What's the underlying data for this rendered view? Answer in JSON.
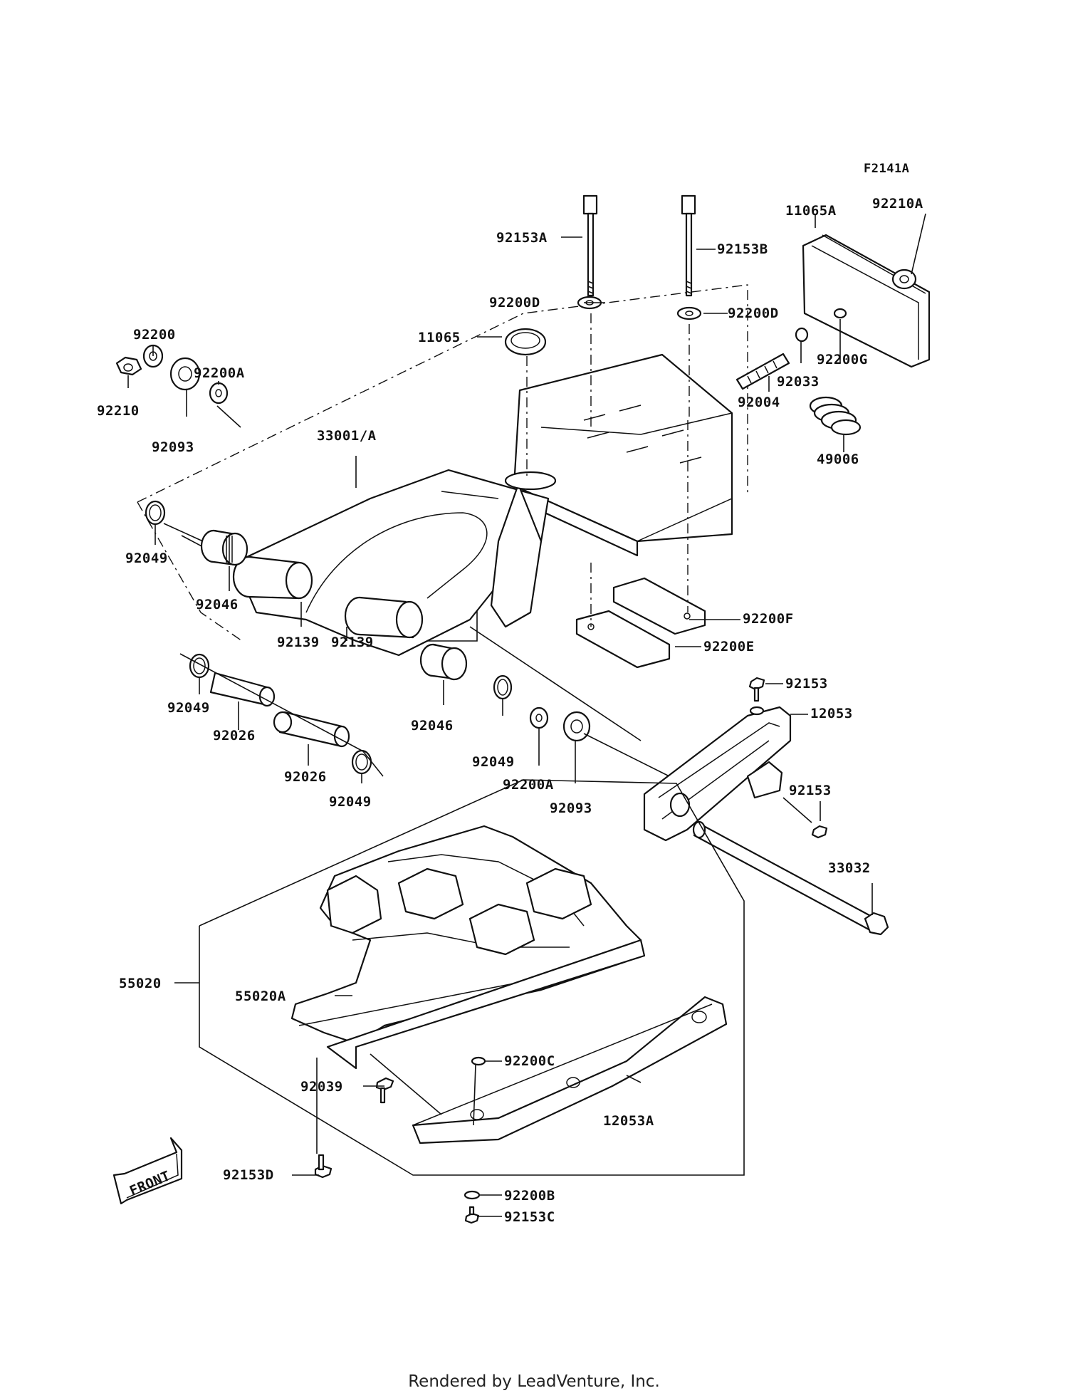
{
  "diagram_ref": "F2141A",
  "front_label": "FRONT",
  "footer": "Rendered by LeadVenture, Inc.",
  "parts": {
    "p92153A": "92153A",
    "p92153B": "92153B",
    "p11065A": "11065A",
    "p92210A": "92210A",
    "p92200D_1": "92200D",
    "p92200D_2": "92200D",
    "p11065": "11065",
    "p92200": "92200",
    "p92200A_1": "92200A",
    "p92210": "92210",
    "p92093_1": "92093",
    "p33001A": "33001/A",
    "p92200G": "92200G",
    "p92033": "92033",
    "p92004": "92004",
    "p49006": "49006",
    "p92049_1": "92049",
    "p92046_1": "92046",
    "p92139_1": "92139",
    "p92139_2": "92139",
    "p92200F": "92200F",
    "p92200E": "92200E",
    "p92153_1": "92153",
    "p12053": "12053",
    "p92049_2": "92049",
    "p92026_1": "92026",
    "p92046_2": "92046",
    "p92026_2": "92026",
    "p92049_3": "92049",
    "p92049_4": "92049",
    "p92200A_2": "92200A",
    "p92093_2": "92093",
    "p92153_2": "92153",
    "p33032": "33032",
    "p55020A": "55020A",
    "p55020": "55020",
    "p92200C": "92200C",
    "p92039": "92039",
    "p12053A": "12053A",
    "p92153D": "92153D",
    "p92200B": "92200B",
    "p92153C": "92153C"
  }
}
